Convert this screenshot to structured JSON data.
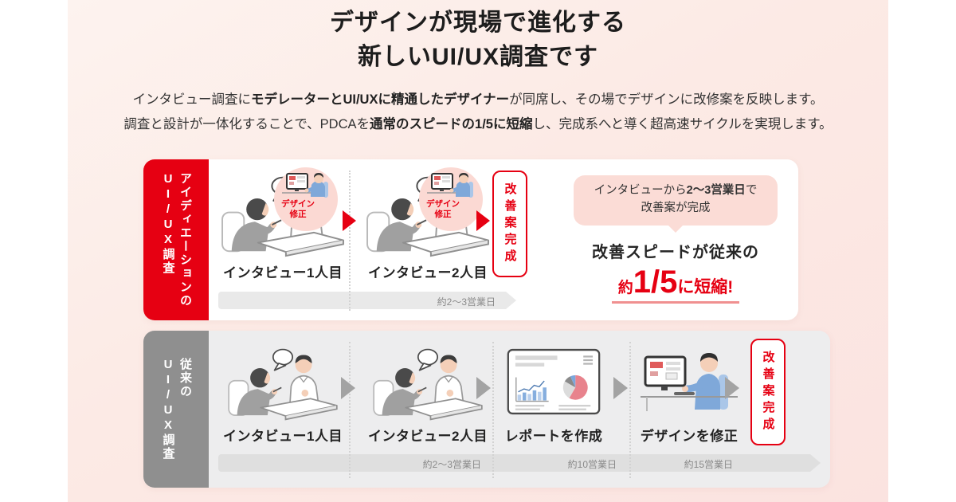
{
  "page": {
    "title_line1": "デザインが現場で進化する",
    "title_line2": "新しいUI/UX調査です",
    "subtitle": {
      "line1_pre": "インタビュー調査に",
      "line1_bold": "モデレーターとUI/UXに精通したデザイナー",
      "line1_post": "が同席し、その場でデザインに改修案を反映します。",
      "line2_pre": "調査と設計が一体化することで、PDCAを",
      "line2_bold": "通常のスピードの1/5に短縮",
      "line2_post": "し、完成系へと導く超高速サイクルを実現します。"
    }
  },
  "colors": {
    "accent_red": "#e60012",
    "label_gray": "#8f8f8f",
    "panel_gray": "#ededee",
    "pink_background": "#fbe3e0",
    "bubble_pink": "#fbdcd6",
    "circle_pink": "#fbd9d3"
  },
  "panel_new": {
    "label_line1": "アイディエーションの",
    "label_line2": "UI/UX調査",
    "steps": [
      {
        "label": "インタビュー1人目"
      },
      {
        "label": "インタビュー2人目"
      }
    ],
    "overlay_line1": "デザイン",
    "overlay_line2": "修正",
    "badge": "改善案完成",
    "timeline": "約2〜3営業日",
    "result": {
      "bubble_line1_pre": "インタビューから",
      "bubble_line1_bold": "2〜3営業日",
      "bubble_line1_post": "で",
      "bubble_line2": "改善案が完成",
      "headline": "改善スピードが従来の",
      "stat_prefix": "約",
      "stat_value": "1/5",
      "stat_suffix": "に短縮!"
    }
  },
  "panel_old": {
    "label_line1": "従来の",
    "label_line2": "UI/UX調査",
    "steps": [
      "インタビュー1人目",
      "インタビュー2人目",
      "レポートを作成",
      "デザインを修正"
    ],
    "badge": "改善案完成",
    "timelines": [
      "約2〜3営業日",
      "約10営業日",
      "約15営業日"
    ]
  }
}
